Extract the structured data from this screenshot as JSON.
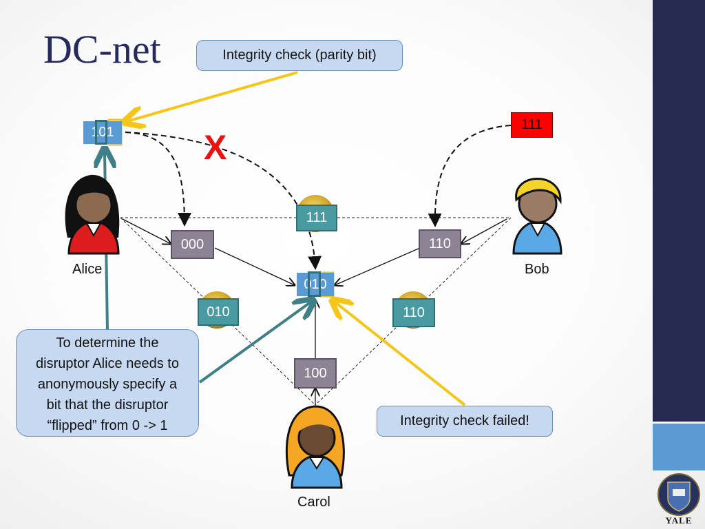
{
  "slide": {
    "title": "DC-net",
    "callouts": {
      "parity": "Integrity check (parity bit)",
      "failed": "Integrity check failed!",
      "disruptor": [
        "To determine the",
        "disruptor Alice needs to",
        "anonymously specify a",
        "bit that the disruptor",
        "“flipped” from 0 -> 1"
      ]
    },
    "participants": {
      "alice": "Alice",
      "bob": "Bob",
      "carol": "Carol"
    },
    "messages": {
      "alice_msg": "101",
      "bob_msg": "111",
      "result": "010",
      "alice_bob_coin": "111",
      "alice_carol_coin": "010",
      "bob_carol_coin": "110",
      "alice_xor": "000",
      "bob_xor": "110",
      "carol_xor": "100"
    },
    "mark": "X",
    "logo_text": "YALE"
  },
  "colors": {
    "title": "#262a5a",
    "sidebar": "#262a50",
    "sidebar_band": "#5b9ad2",
    "callout_fill": "#c6d9f1",
    "purple_box": "#8e8295",
    "teal_box": "#4a9aa2",
    "blue_box": "#5b9bd5",
    "red_box": "#ff0000",
    "highlight_yellow": "#f5c518",
    "teal_arrow": "#3f7f87"
  },
  "icons": [
    "person-alice-icon",
    "person-bob-icon",
    "person-carol-icon",
    "coin-icon",
    "yale-shield-icon"
  ]
}
